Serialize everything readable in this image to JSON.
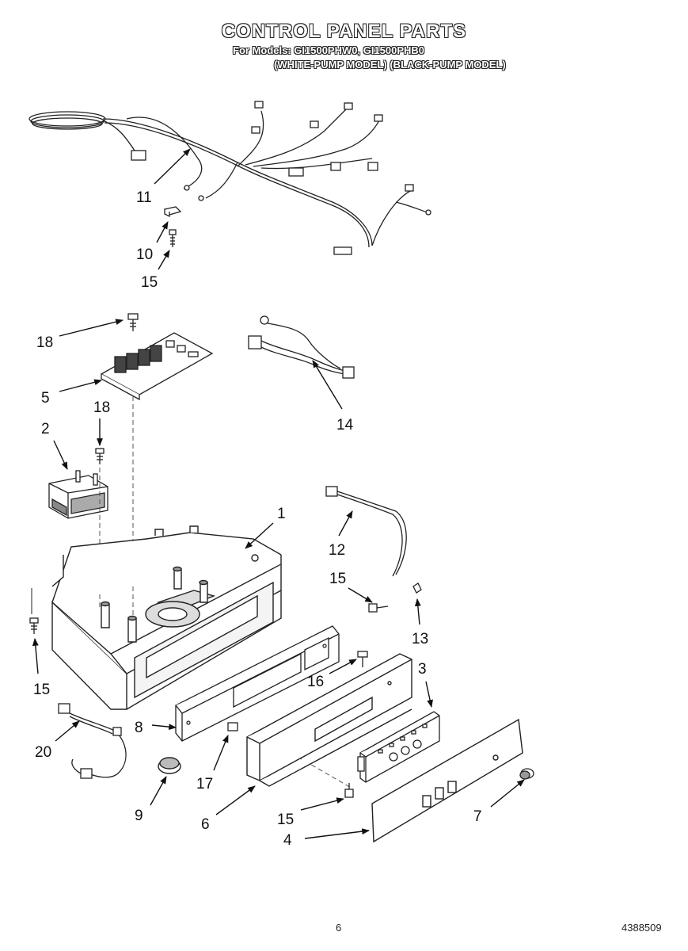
{
  "header": {
    "title": "CONTROL PANEL PARTS",
    "models_line": "For Models: GI1500PHW0, GI1500PHB0",
    "variants_line": "(WHITE-PUMP MODEL) (BLACK-PUMP MODEL)"
  },
  "callouts": {
    "c1": "1",
    "c2": "2",
    "c3": "3",
    "c4": "4",
    "c5": "5",
    "c6": "6",
    "c7": "7",
    "c8": "8",
    "c9": "9",
    "c10": "10",
    "c11": "11",
    "c12": "12",
    "c13": "13",
    "c14": "14",
    "c15a": "15",
    "c15b": "15",
    "c15c": "15",
    "c15d": "15",
    "c16": "16",
    "c17": "17",
    "c18a": "18",
    "c18b": "18",
    "c20": "20"
  },
  "footer": {
    "page_number": "6",
    "document_number": "4388509"
  }
}
